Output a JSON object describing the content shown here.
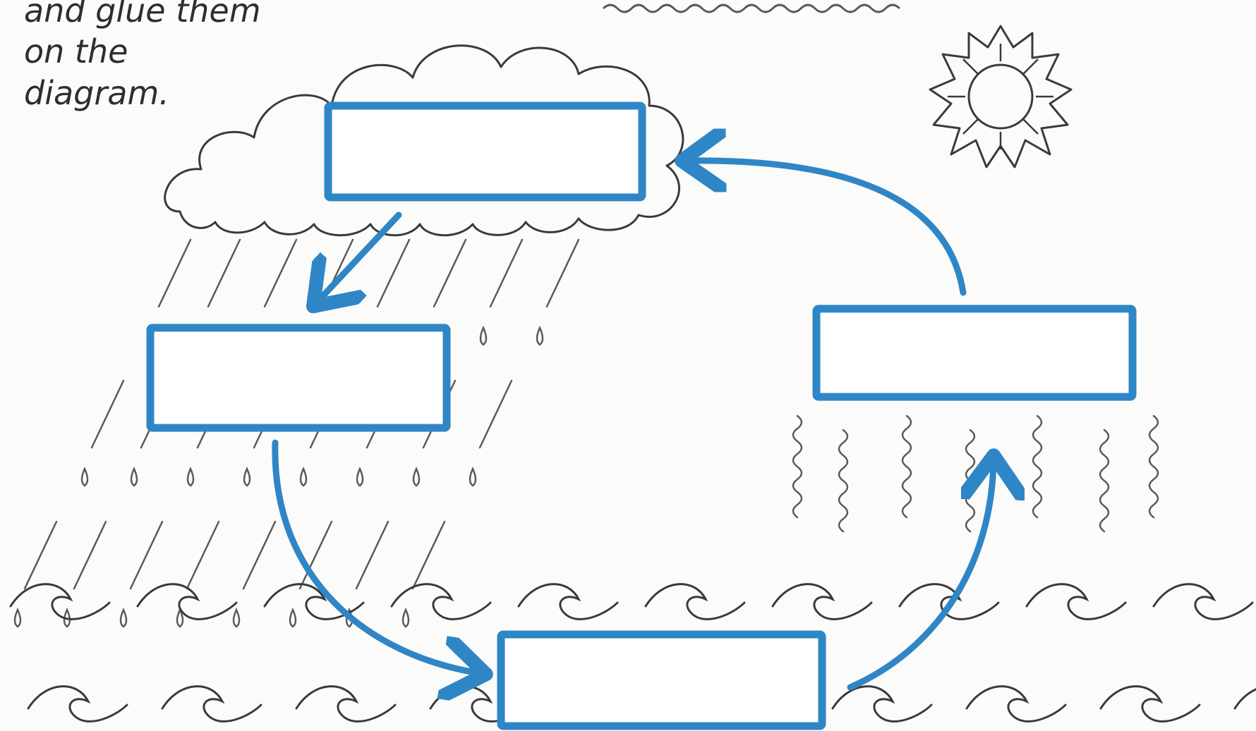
{
  "instructions": {
    "lines": [
      "and glue them",
      "on the",
      "diagram."
    ]
  },
  "colors": {
    "pencil": "#3a3a3a",
    "pencil_light": "#8a8a8a",
    "marker_blue": "#2f86c6",
    "paper": "#fbfbfa",
    "box_fill": "#ffffff"
  },
  "label_boxes": [
    {
      "id": "box-cloud",
      "text": ""
    },
    {
      "id": "box-rain",
      "text": ""
    },
    {
      "id": "box-sea",
      "text": ""
    },
    {
      "id": "box-evaporation",
      "text": ""
    }
  ]
}
